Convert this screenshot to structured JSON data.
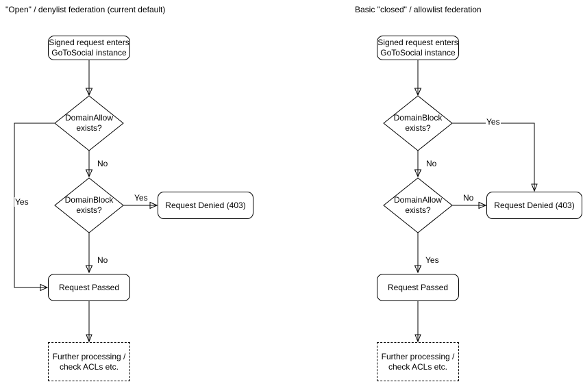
{
  "colors": {
    "stroke": "#000000",
    "node_fill": "#ffffff",
    "text": "#000000",
    "background": "#ffffff"
  },
  "left_chart": {
    "title": "\"Open\" / denylist federation (current default)",
    "nodes": {
      "start": "Signed request enters\nGoToSocial instance",
      "decision1": "DomainAllow\nexists?",
      "decision2": "DomainBlock\nexists?",
      "denied": "Request Denied (403)",
      "passed": "Request Passed",
      "further": "Further processing /\ncheck ACLs etc."
    },
    "edge_labels": {
      "decision1_yes": "Yes",
      "decision1_no": "No",
      "decision2_yes": "Yes",
      "decision2_no": "No"
    }
  },
  "right_chart": {
    "title": "Basic \"closed\" / allowlist federation",
    "nodes": {
      "start": "Signed request enters\nGoToSocial instance",
      "decision1": "DomainBlock\nexists?",
      "decision2": "DomainAllow\nexists?",
      "denied": "Request Denied (403)",
      "passed": "Request Passed",
      "further": "Further processing /\ncheck ACLs etc."
    },
    "edge_labels": {
      "decision1_yes": "Yes",
      "decision1_no": "No",
      "decision2_no": "No",
      "decision2_yes": "Yes"
    }
  }
}
